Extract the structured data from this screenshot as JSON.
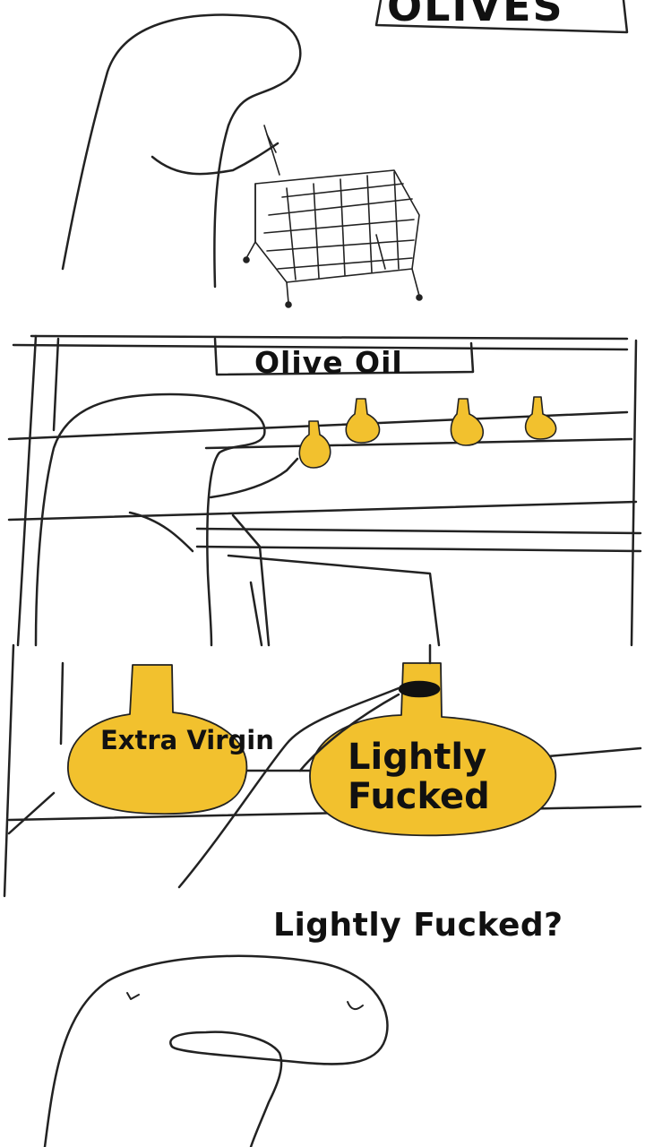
{
  "comic": {
    "panel1": {
      "sign_text": "OLIVES"
    },
    "panel2": {
      "sign_text": "Olive Oil"
    },
    "panel3": {
      "bottle_left_label": "Extra Virgin",
      "bottle_right_label_line1": "Lightly",
      "bottle_right_label_line2": "Fucked"
    },
    "panel4": {
      "speech": "Lightly Fucked?"
    }
  },
  "colors": {
    "oil": "#f2c12e",
    "line": "#222222",
    "background": "#ffffff"
  }
}
